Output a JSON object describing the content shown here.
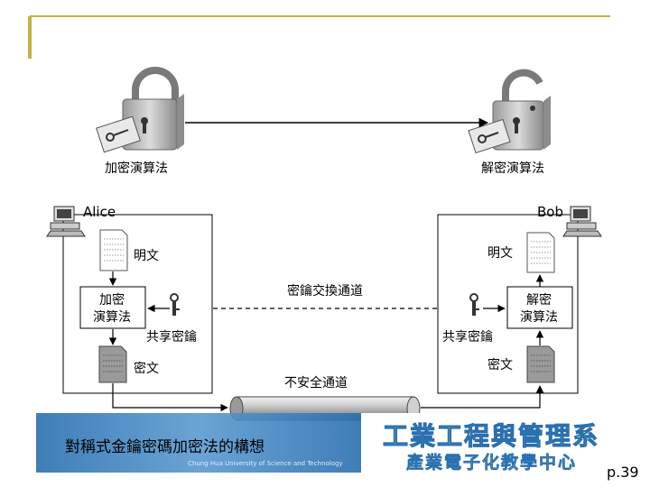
{
  "encrypt_algorithm": "加密演算法",
  "decrypt_algorithm": "解密演算法",
  "alice": {
    "name": "Alice",
    "plaintext": "明文",
    "box_line1": "加密",
    "box_line2": "演算法",
    "shared_key": "共享密鑰",
    "ciphertext": "密文"
  },
  "bob": {
    "name": "Bob",
    "plaintext": "明文",
    "box_line1": "解密",
    "box_line2": "演算法",
    "shared_key": "共享密鑰",
    "ciphertext": "密文"
  },
  "key_exchange_channel": "密鑰交換通道",
  "insecure_channel": "不安全通道",
  "caption": "對稱式金鑰密碼加密法的構想",
  "banner_title": "工業工程與管理系",
  "banner_subtitle": "產業電子化教學中心",
  "banner_university": "Chung Hua University of Science and Technology",
  "page_number": "p.39",
  "colors": {
    "accent": "#c2b24a",
    "banner_yellow": "#e8e26a",
    "banner_blue": "#2a6fb0"
  }
}
